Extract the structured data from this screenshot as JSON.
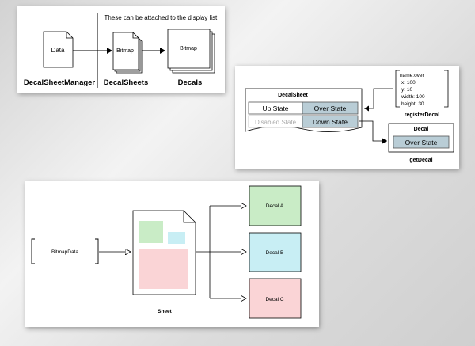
{
  "top_panel": {
    "note": "These can be attached to the display list.",
    "data_doc": "Data",
    "bitmap_stack_a": "Bitmap",
    "bitmap_stack_b": "Bitmap",
    "label_manager": "DecalSheetManager",
    "label_sheets": "DecalSheets",
    "label_decals": "Decals"
  },
  "middle_panel": {
    "sheet_title": "DecalSheet",
    "buttons": [
      "Up State",
      "Over State",
      "Disabled State",
      "Down State"
    ],
    "info_lines": [
      "name:over",
      "x: 100",
      "y: 10",
      "width: 100",
      "height: 30"
    ],
    "register_label": "registerDecal",
    "decal_title": "Decal",
    "decal_button": "Over State",
    "get_label": "getDecal"
  },
  "bottom_panel": {
    "bitmapdata_label": "BitmapData",
    "sheet_label": "Sheet",
    "decal_a": "Decal A",
    "decal_b": "Decal B",
    "decal_c": "Decal C"
  },
  "colors": {
    "button_blue": "#b9cdd6",
    "decal_a": "#c9ecc6",
    "decal_b": "#c8eef4",
    "decal_c": "#fad4d6"
  }
}
